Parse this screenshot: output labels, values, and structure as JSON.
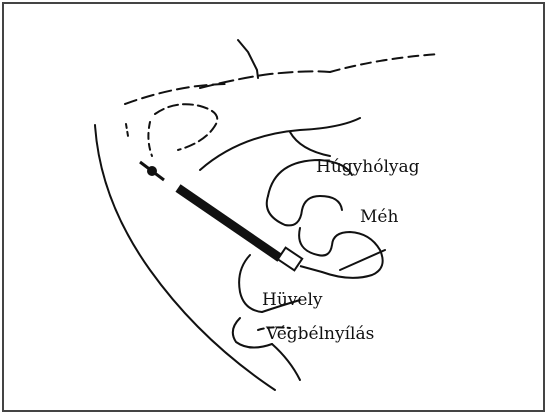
{
  "diagram": {
    "labels": {
      "bladder": "Húgyhólyag",
      "uterus": "Méh",
      "vagina": "Hüvely",
      "anus": "Végbélnyílás"
    },
    "colors": {
      "line": "#111111",
      "border": "#444444",
      "background": "#ffffff"
    }
  }
}
